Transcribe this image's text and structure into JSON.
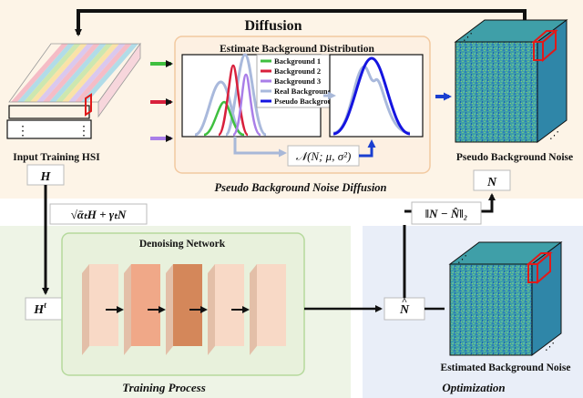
{
  "title": "Diffusion",
  "panels": {
    "estimate": "Estimate Background Distribution",
    "denoising": "Denoising Network"
  },
  "legend": [
    {
      "label": "Background 1",
      "color": "#3fbf3f"
    },
    {
      "label": "Background 2",
      "color": "#d8203c"
    },
    {
      "label": "Background 3",
      "color": "#a97ee8"
    },
    {
      "label": "Real Background",
      "color": "#a9b9dc"
    },
    {
      "label": "Pseudo Background",
      "color": "#1414e0"
    }
  ],
  "labels": {
    "input_hsi": "Input Training HSI",
    "pseudo_noise": "Pseudo Background Noise",
    "estimated_noise": "Estimated Background Noise",
    "pbnd": "Pseudo Background Noise Diffusion",
    "training": "Training Process",
    "optimization": "Optimization"
  },
  "math": {
    "H": "H",
    "N": "N",
    "Ht": "H",
    "Ht_sup": "t",
    "Nhat": "N",
    "Nhat_accent": "^",
    "gauss": "𝒩(N; μ, σ²)",
    "forward": "√ᾱₜH + γₜN",
    "loss": "‖N − N̂‖₂"
  },
  "colors": {
    "top_bg": "#fdf4e7",
    "train_bg": "#eef4e6",
    "opt_bg": "#e9eef8",
    "panel_border": "#f2c9a0",
    "net_border": "#b5d99c"
  }
}
